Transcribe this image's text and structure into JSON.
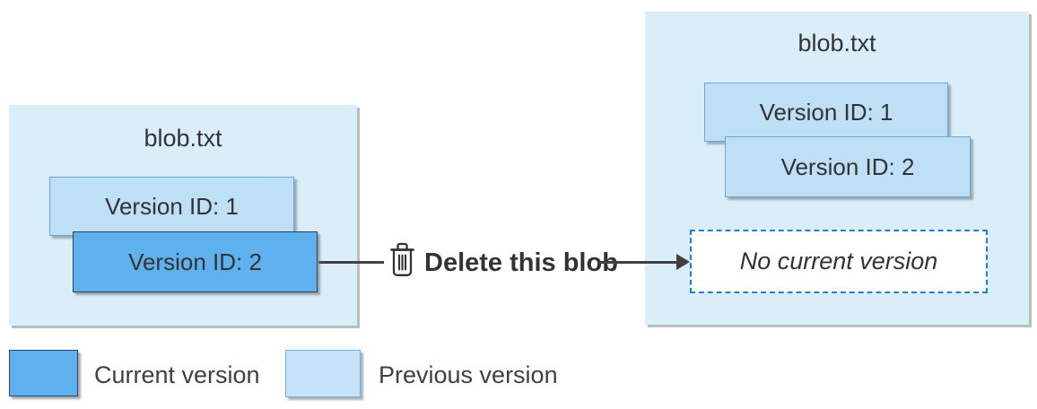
{
  "diagram": {
    "type": "blob-versioning-delete-flow",
    "colors": {
      "panel_background": "#daeef9",
      "current_version_fill": "#5eb1ee",
      "current_version_border": "#2d3e50",
      "previous_version_fill": "#bfdff7",
      "previous_version_border": "#64aadf",
      "dashed_border": "#1f7fd0",
      "arrow": "#404040",
      "text": "#333333"
    },
    "left_panel": {
      "title": "blob.txt",
      "versions": [
        {
          "label": "Version ID: 1",
          "state": "previous"
        },
        {
          "label": "Version ID: 2",
          "state": "current"
        }
      ]
    },
    "action": {
      "icon": "trash-icon",
      "label": "Delete this blob"
    },
    "right_panel": {
      "title": "blob.txt",
      "versions": [
        {
          "label": "Version ID: 1",
          "state": "previous"
        },
        {
          "label": "Version ID: 2",
          "state": "previous"
        }
      ],
      "placeholder": "No current version"
    },
    "legend": {
      "items": [
        {
          "label": "Current version",
          "swatch": "current"
        },
        {
          "label": "Previous version",
          "swatch": "previous"
        }
      ]
    }
  }
}
